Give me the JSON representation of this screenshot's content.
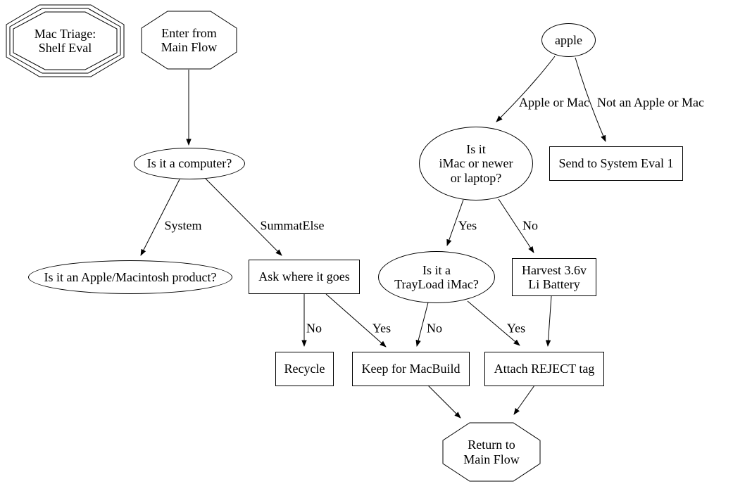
{
  "diagram": {
    "background_color": "#ffffff",
    "stroke_color": "#000000",
    "text_color": "#000000",
    "nodes": {
      "triage_title": {
        "label": "Mac Triage:\nShelf Eval",
        "shape": "tripleoctagon"
      },
      "enter": {
        "label": "Enter from\nMain Flow",
        "shape": "octagon"
      },
      "is_computer": {
        "label": "Is it a computer?",
        "shape": "ellipse"
      },
      "apple_product_q": {
        "label": "Is it an Apple/Macintosh product?",
        "shape": "ellipse"
      },
      "ask_where": {
        "label": "Ask where it goes",
        "shape": "box"
      },
      "apple": {
        "label": "apple",
        "shape": "ellipse"
      },
      "imac_or_newer": {
        "label": "Is it\niMac or newer\nor laptop?",
        "shape": "ellipse"
      },
      "send_eval": {
        "label": "Send to System Eval 1",
        "shape": "box"
      },
      "trayload": {
        "label": "Is it a\nTrayLoad iMac?",
        "shape": "ellipse"
      },
      "harvest": {
        "label": "Harvest 3.6v\nLi Battery",
        "shape": "box"
      },
      "recycle": {
        "label": "Recycle",
        "shape": "box"
      },
      "keep": {
        "label": "Keep for MacBuild",
        "shape": "box"
      },
      "attach": {
        "label": "Attach REJECT tag",
        "shape": "box"
      },
      "return": {
        "label": "Return to\nMain Flow",
        "shape": "octagon"
      }
    },
    "edge_labels": {
      "system": "System",
      "summatelse": "SummatElse",
      "apple_or_mac": "Apple or Mac",
      "not_apple_or_mac": "Not an Apple or Mac",
      "imac_yes": "Yes",
      "imac_no": "No",
      "ask_no": "No",
      "ask_yes": "Yes",
      "trayload_no": "No",
      "trayload_yes": "Yes"
    },
    "edges": [
      {
        "from": "enter",
        "to": "is_computer",
        "label": ""
      },
      {
        "from": "is_computer",
        "to": "apple_product_q",
        "label": "System"
      },
      {
        "from": "is_computer",
        "to": "ask_where",
        "label": "SummatElse"
      },
      {
        "from": "apple",
        "to": "imac_or_newer",
        "label": "Apple or Mac"
      },
      {
        "from": "apple",
        "to": "send_eval",
        "label": "Not an Apple or Mac"
      },
      {
        "from": "imac_or_newer",
        "to": "trayload",
        "label": "Yes"
      },
      {
        "from": "imac_or_newer",
        "to": "harvest",
        "label": "No"
      },
      {
        "from": "ask_where",
        "to": "recycle",
        "label": "No"
      },
      {
        "from": "ask_where",
        "to": "keep",
        "label": "Yes"
      },
      {
        "from": "trayload",
        "to": "keep",
        "label": "No"
      },
      {
        "from": "trayload",
        "to": "attach",
        "label": "Yes"
      },
      {
        "from": "harvest",
        "to": "attach",
        "label": ""
      },
      {
        "from": "keep",
        "to": "return",
        "label": ""
      },
      {
        "from": "attach",
        "to": "return",
        "label": ""
      }
    ]
  }
}
